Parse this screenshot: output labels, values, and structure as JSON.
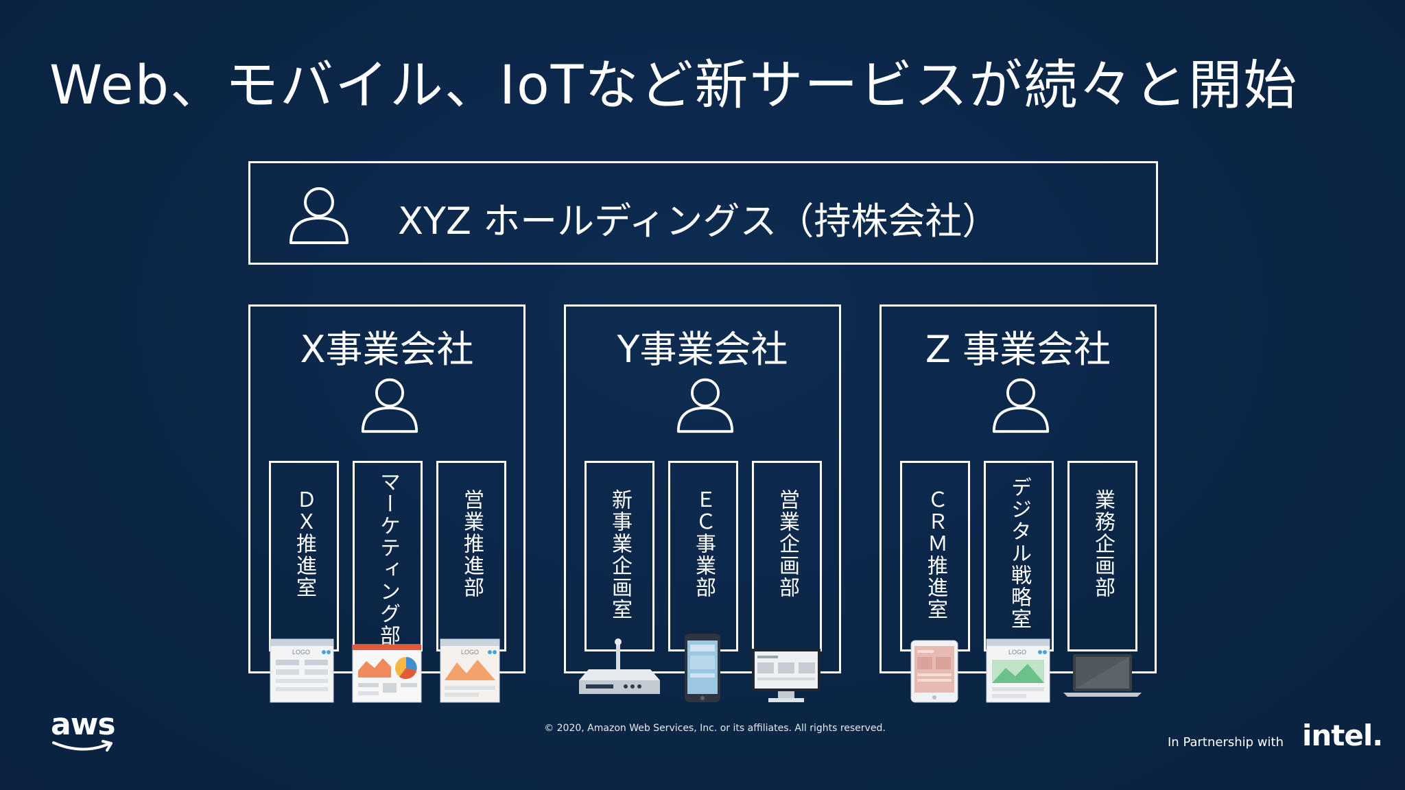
{
  "title": "Web、モバイル、IoTなど新サービスが続々と開始",
  "holding": {
    "label": "XYZ ホールディングス（持株会社）",
    "icon": "person-icon"
  },
  "companies": [
    {
      "name": "X事業会社",
      "departments": [
        "ＤＸ推進室",
        "マーケティング部",
        "営業推進部"
      ]
    },
    {
      "name": "Y事業会社",
      "departments": [
        "新事業企画室",
        "ＥＣ事業部",
        "営業企画部"
      ]
    },
    {
      "name": "Z 事業会社",
      "departments": [
        "ＣＲＭ推進室",
        "デジタル戦略室",
        "業務企画部"
      ]
    }
  ],
  "device_logo": "LOGO",
  "footer": {
    "copyright": "© 2020, Amazon Web Services, Inc. or its affiliates. All rights reserved.",
    "aws_logo": "aws",
    "partner_text": "In Partnership with",
    "intel_logo": "intel."
  },
  "colors": {
    "background": "#0b2545",
    "foreground": "#ffffff"
  }
}
